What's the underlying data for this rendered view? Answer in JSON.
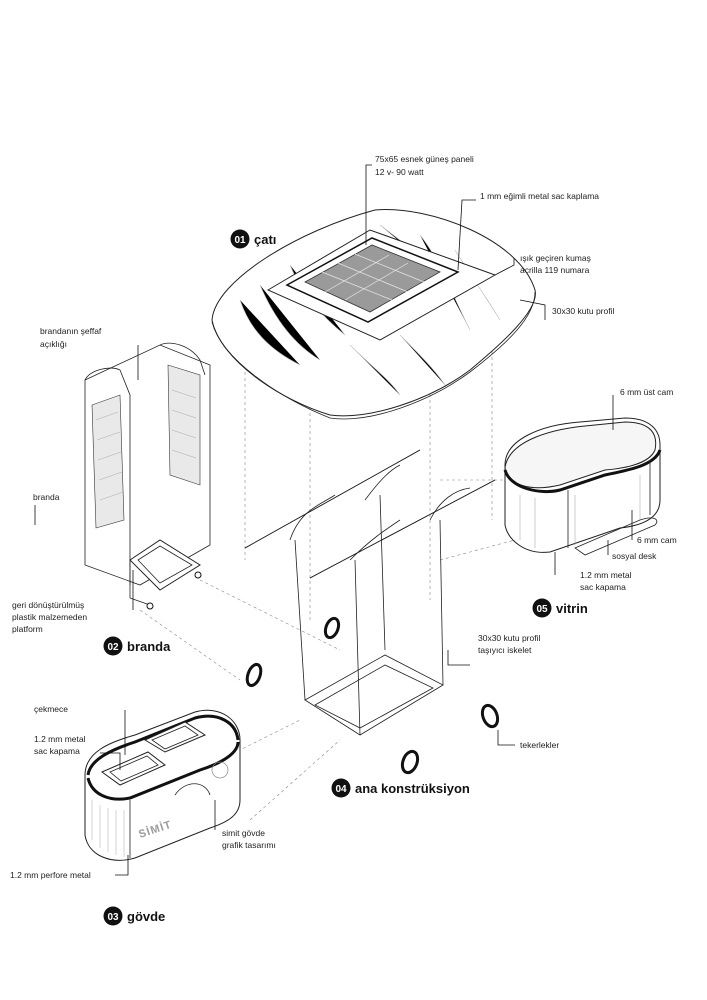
{
  "sections": [
    {
      "number": "01",
      "title": "çatı"
    },
    {
      "number": "02",
      "title": "branda"
    },
    {
      "number": "03",
      "title": "gövde"
    },
    {
      "number": "04",
      "title": "ana konstrüksiyon"
    },
    {
      "number": "05",
      "title": "vitrin"
    }
  ],
  "labels": {
    "solar_panel_1": "75x65 esnek güneş paneli",
    "solar_panel_2": "12 v- 90 watt",
    "metal_cladding": "1 mm eğimli metal sac kaplama",
    "fabric_1": "ışık geçiren kumaş",
    "fabric_2": "acrilla 119 numara",
    "box_profile": "30x30 kutu profil",
    "tarp_opening_1": "brandanın şeffaf",
    "tarp_opening_2": "açıklığı",
    "tarp": "branda",
    "platform_1": "geri dönüştürülmüş",
    "platform_2": "plastik malzemeden",
    "platform_3": "platform",
    "top_glass": "6 mm üst cam",
    "side_glass": "6 mm cam",
    "social_desk": "sosyal desk",
    "vitrin_metal_1": "1.2 mm metal",
    "vitrin_metal_2": "sac kapama",
    "frame_1": "30x30 kutu profil",
    "frame_2": "taşıyıcı iskelet",
    "wheels": "tekerlekler",
    "drawer": "çekmece",
    "body_metal_1": "1.2 mm metal",
    "body_metal_2": "sac kapama",
    "graphic_1": "simit gövde",
    "graphic_2": "grafik tasarımı",
    "perforated": "1.2 mm perfore metal",
    "body_brand": "SİMİT"
  }
}
